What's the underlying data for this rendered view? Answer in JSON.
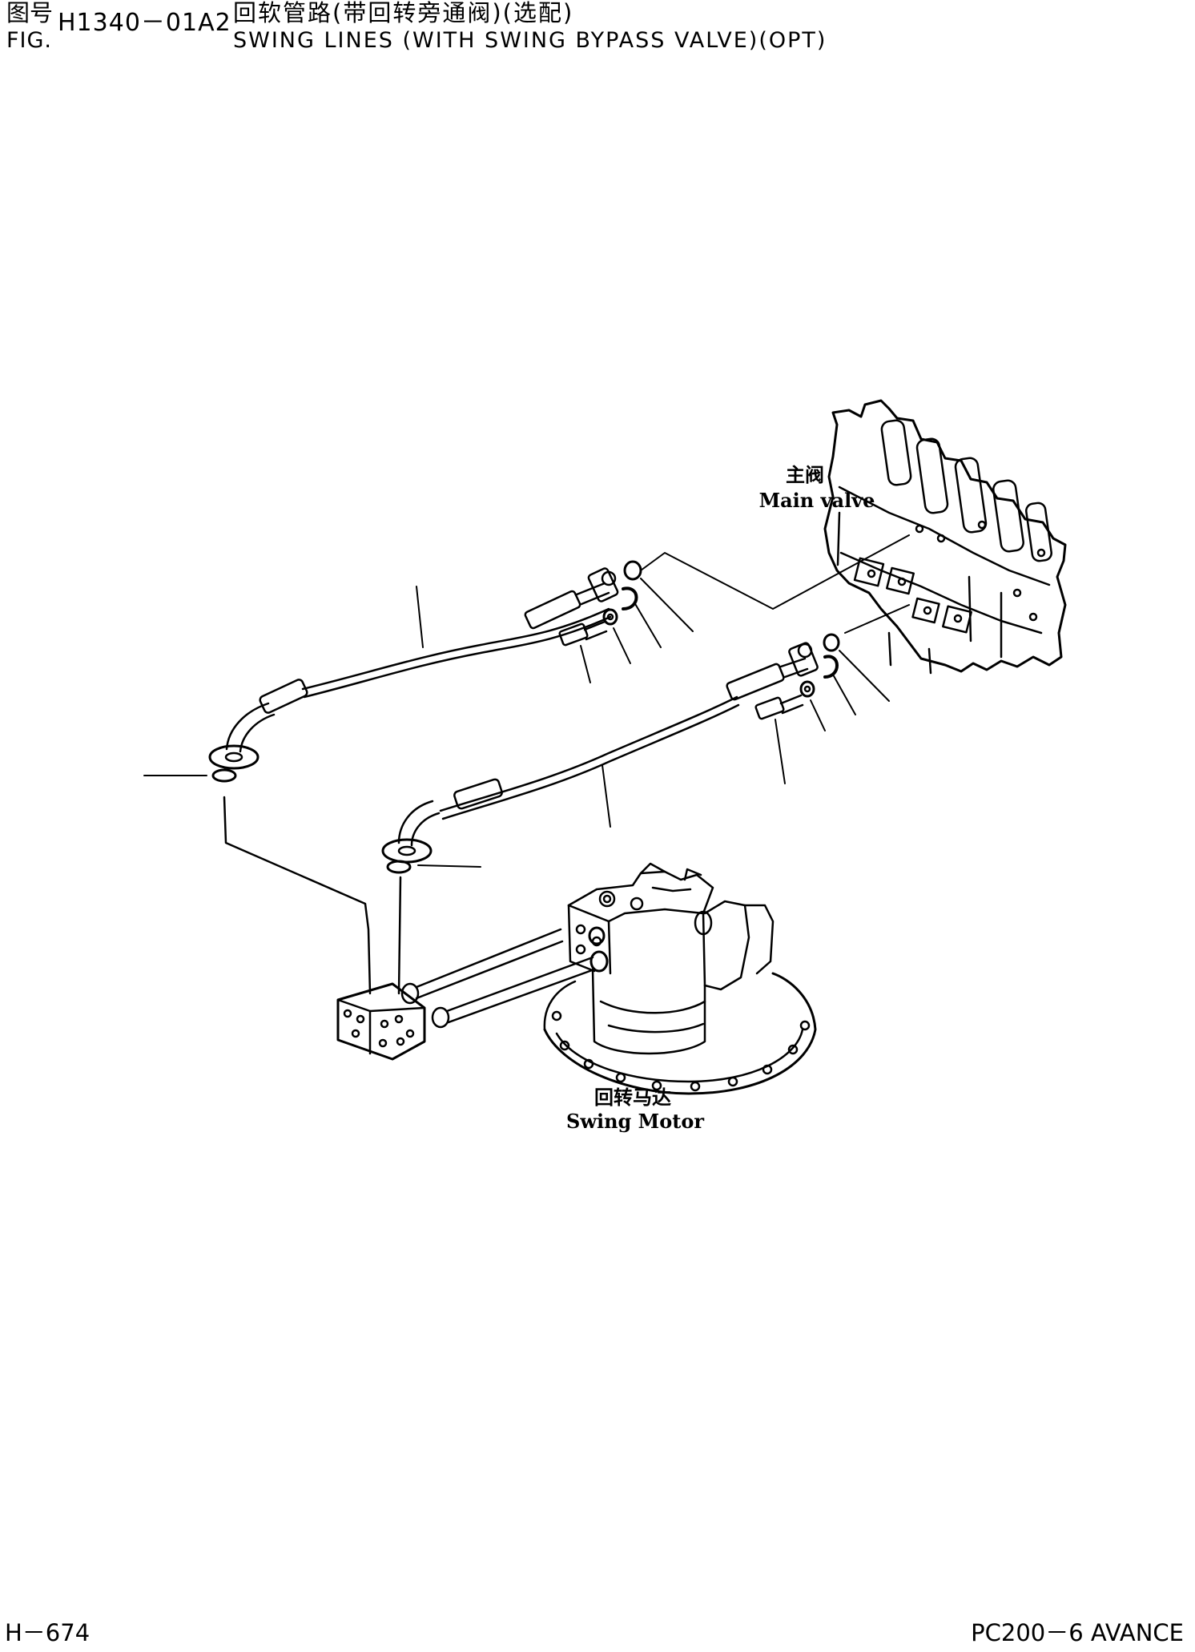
{
  "header": {
    "fig_label_cn": "图号",
    "fig_label_en": "FIG.",
    "fig_number": "H1340－01A2",
    "title_cn": "回软管路(带回转旁通阀)(选配)",
    "title_en": "SWING LINES (WITH SWING BYPASS VALVE)(OPT)"
  },
  "components": {
    "main_valve": {
      "label_cn": "主阀",
      "label_en": "Main valve"
    },
    "swing_motor": {
      "label_cn": "回转马达",
      "label_en": "Swing Motor"
    }
  },
  "footer": {
    "page_number": "H－674",
    "model": "PC200－6 AVANCE"
  }
}
